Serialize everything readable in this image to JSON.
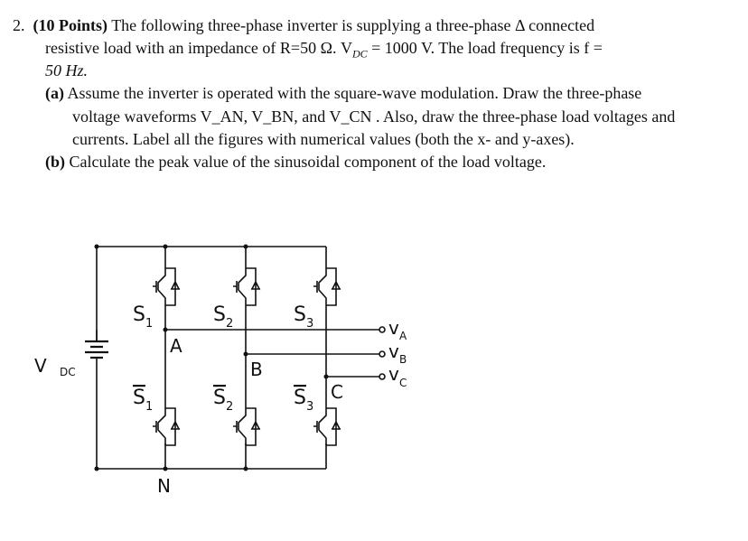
{
  "problem": {
    "number": "2.",
    "points": "(10 Points)",
    "line1_rest": "The following three-phase inverter is supplying a three-phase Δ connected",
    "line2": "resistive load with an impedance of R=50 Ω. V",
    "line2_sub": "DC",
    "line2_rest": " = 1000 V.  The load frequency is f =",
    "line3": "50 Hz.",
    "part_a_label": "(a)",
    "part_a_line1": "Assume the inverter is operated with the square-wave modulation. Draw the three-phase",
    "part_a_line2": "voltage waveforms V_AN, V_BN, and V_CN . Also, draw the three-phase load voltages and",
    "part_a_line3": "currents. Label all the figures with numerical values (both the x- and y-axes).",
    "part_b_label": "(b)",
    "part_b_line1": "Calculate the peak value of the sinusoidal component of the load voltage."
  },
  "circuit": {
    "source_label": "V",
    "source_sub": "DC",
    "switches": [
      {
        "s": "S",
        "n": "1"
      },
      {
        "s": "S",
        "n": "2"
      },
      {
        "s": "S",
        "n": "3"
      }
    ],
    "nodes": [
      "A",
      "B",
      "C",
      "N"
    ],
    "outputs": [
      {
        "v": "v",
        "n": "A"
      },
      {
        "v": "v",
        "n": "B"
      },
      {
        "v": "v",
        "n": "C"
      }
    ]
  }
}
